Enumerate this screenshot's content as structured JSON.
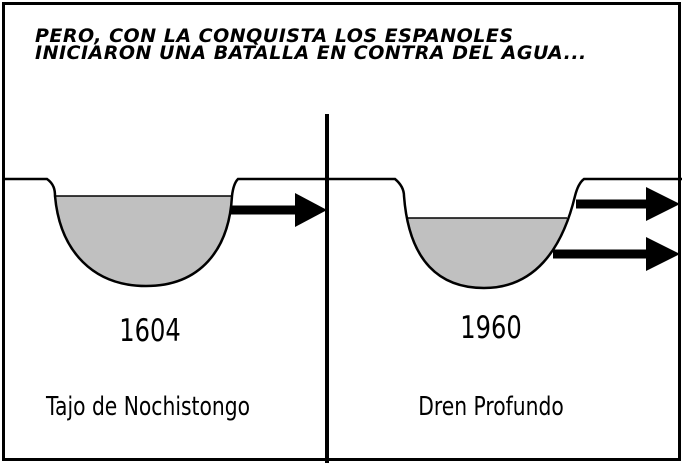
{
  "caption": {
    "line1": "PERO, CON LA CONQUISTA LOS ESPANOLES",
    "line2": "INICIARON UNA BATALLA EN CONTRA DEL AGUA..."
  },
  "panels": [
    {
      "year": "1604",
      "name": "Tajo de Nochistongo"
    },
    {
      "year": "1960",
      "name": "Dren Profundo"
    }
  ],
  "colors": {
    "water": "#c0c0c0",
    "ink": "#000000",
    "background": "#ffffff"
  }
}
